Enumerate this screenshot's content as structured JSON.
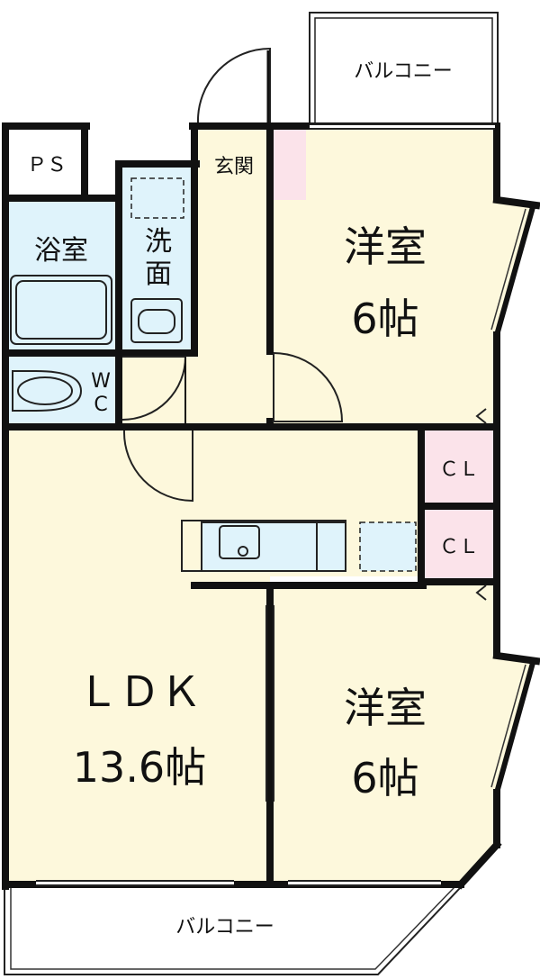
{
  "colors": {
    "room_fill": "#fdf8dc",
    "wet_fill": "#dff3fb",
    "closet_fill": "#fbe3ea",
    "wall": "#111111",
    "outside": "#ffffff"
  },
  "labels": {
    "balcony_top": "バルコニー",
    "balcony_bottom": "バルコニー",
    "ps": "ＰＳ",
    "entrance": "玄関",
    "bathroom": "浴室",
    "washroom": "洗面",
    "wc_w": "W",
    "wc_c": "C",
    "western_room_top_name": "洋室",
    "western_room_top_size": "6帖",
    "western_room_bottom_name": "洋室",
    "western_room_bottom_size": "6帖",
    "closet_top": "ＣＬ",
    "closet_bottom": "ＣＬ",
    "ldk_name": "ＬＤＫ",
    "ldk_size": "13.6帖"
  }
}
